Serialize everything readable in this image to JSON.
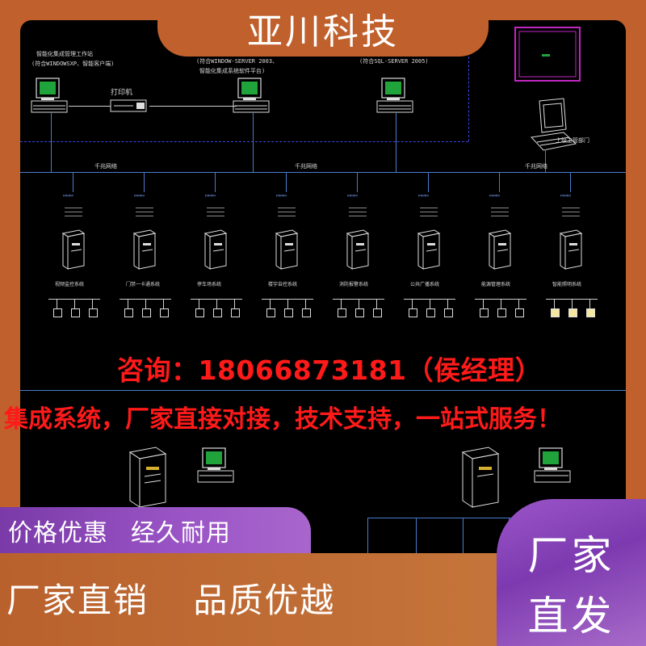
{
  "brand": {
    "title": "亚川科技"
  },
  "diagram": {
    "top_labels": {
      "workstation": "智能化集成管理工作站",
      "workstation_sub": "(符合WINDOWSXP、智能客户端)",
      "printer": "打印机",
      "server_left": "(符合WINDOW-SERVER 2003、",
      "server_left_sub": "智能化集成系统软件平台)",
      "server_right": "(符合SQL-SERVER 2005)",
      "monitor_room": "上级主管部门",
      "network": "千兆网络"
    },
    "subsystems": [
      {
        "name": "视频监控系统"
      },
      {
        "name": "门禁一卡通系统"
      },
      {
        "name": "停车场系统"
      },
      {
        "name": "楼宇自控系统"
      },
      {
        "name": "消防报警系统"
      },
      {
        "name": "公共广播系统"
      },
      {
        "name": "能源管理系统"
      },
      {
        "name": "智能照明系统"
      }
    ]
  },
  "overlay": {
    "contact": "咨询：18066873181（侯经理）",
    "tagline": "集成系统，厂家直接对接，技术支持，一站式服务！"
  },
  "banner": {
    "left_items": [
      "价格优惠",
      "经久耐用"
    ],
    "bottom_items": [
      "厂家直销",
      "品质优越"
    ],
    "badge_line1": "厂家",
    "badge_line2": "直发"
  },
  "colors": {
    "frame": "#c0602c",
    "accent_purple": "#8a48bb",
    "overlay_red": "#ff1a1a",
    "cad_blue": "#3b46e6",
    "cad_magenta": "#c026c0"
  }
}
